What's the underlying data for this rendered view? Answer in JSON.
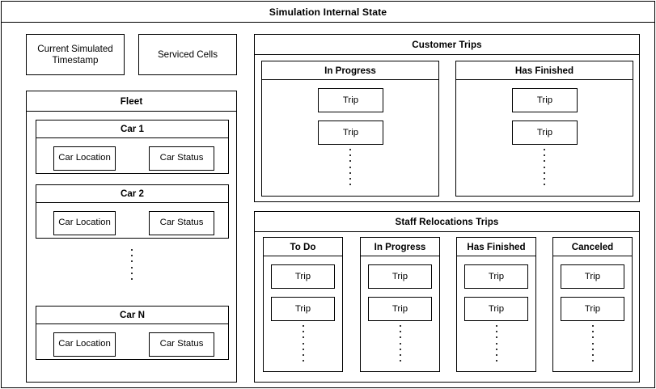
{
  "app": {
    "title": "Simulation Internal State"
  },
  "state_boxes": [
    {
      "name": "current-simulated-timestamp",
      "label": "Current Simulated Timestamp"
    },
    {
      "name": "serviced-cells",
      "label": "Serviced Cells"
    }
  ],
  "fleet": {
    "title": "Fleet",
    "car_location_label": "Car Location",
    "car_status_label": "Car Status",
    "cars": [
      {
        "title": "Car 1"
      },
      {
        "title": "Car 2"
      },
      {
        "title": "Car N"
      }
    ],
    "ellipsis_dots": 6
  },
  "customer_trips": {
    "title": "Customer Trips",
    "trip_label": "Trip",
    "ellipsis_dots": 7,
    "columns": [
      {
        "title": "In Progress",
        "trips": [
          "Trip",
          "Trip"
        ]
      },
      {
        "title": "Has Finished",
        "trips": [
          "Trip",
          "Trip"
        ]
      }
    ]
  },
  "staff_relocations_trips": {
    "title": "Staff Relocations Trips",
    "trip_label": "Trip",
    "ellipsis_dots": 7,
    "columns": [
      {
        "title": "To Do",
        "trips": [
          "Trip",
          "Trip"
        ]
      },
      {
        "title": "In Progress",
        "trips": [
          "Trip",
          "Trip"
        ]
      },
      {
        "title": "Has Finished",
        "trips": [
          "Trip",
          "Trip"
        ]
      },
      {
        "title": "Canceled",
        "trips": [
          "Trip",
          "Trip"
        ]
      }
    ]
  },
  "colors": {
    "stroke": "#000000",
    "background": "#ffffff",
    "text": "#000000",
    "dot": "#333333"
  }
}
